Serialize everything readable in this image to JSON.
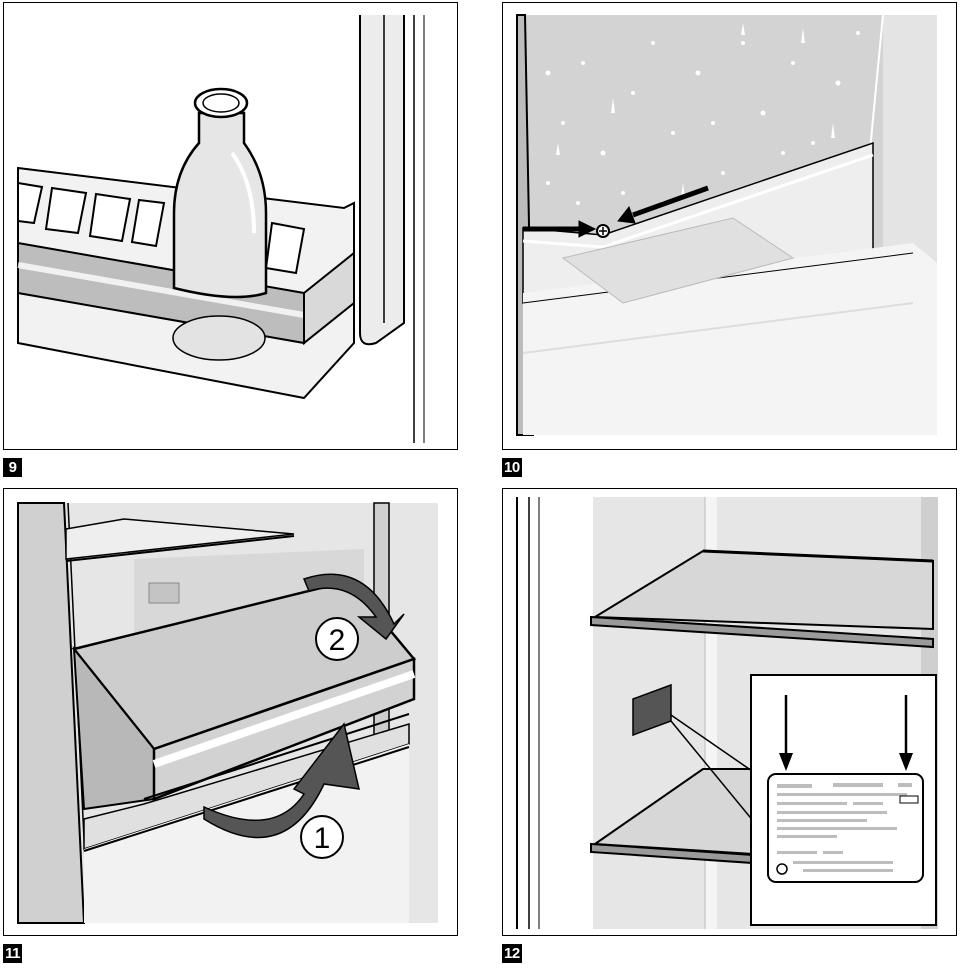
{
  "figures": [
    {
      "id": "9",
      "label": "9"
    },
    {
      "id": "10",
      "label": "10"
    },
    {
      "id": "11",
      "label": "11",
      "steps": [
        "1",
        "2"
      ]
    },
    {
      "id": "12",
      "label": "12"
    }
  ],
  "colors": {
    "line": "#000000",
    "shade_light": "#ececec",
    "shade_mid": "#d4d4d4",
    "shade_dark": "#8c8c8c",
    "arrow": "#4a4a4a"
  }
}
